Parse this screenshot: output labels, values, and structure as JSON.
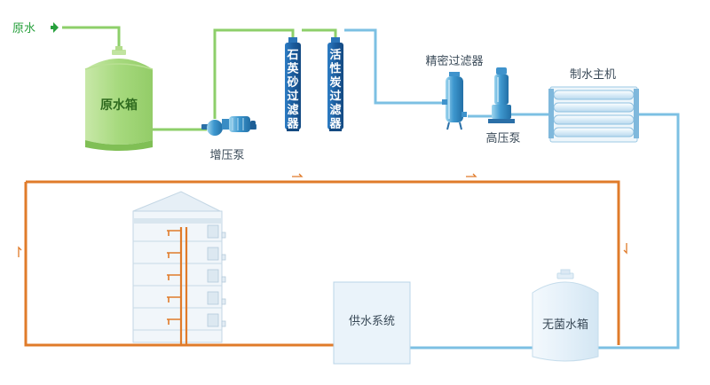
{
  "labels": {
    "raw_water": "原水",
    "raw_tank": "原水箱",
    "booster_pump": "增压泵",
    "quartz_filter": "石英砂过滤器",
    "carbon_filter": "活性炭过滤器",
    "precision_filter": "精密过滤器",
    "high_pressure_pump": "高压泵",
    "ro_unit": "制水主机",
    "supply_system": "供水系统",
    "sterile_tank": "无菌水箱"
  },
  "colors": {
    "raw_pipe": "#8dcf6a",
    "raw_tank": "#a3d676",
    "clean_pipe": "#7cc0e3",
    "loop_pipe": "#e07b2a",
    "filter_blue": "#1f65a8",
    "arrow_green": "#27a03c",
    "label_text": "#3a4a58",
    "tank_label": "#2f6b1f"
  },
  "icons": {
    "inlet_arrow": "arrow-right-icon",
    "flow_arrows": "flow-direction-icon"
  }
}
